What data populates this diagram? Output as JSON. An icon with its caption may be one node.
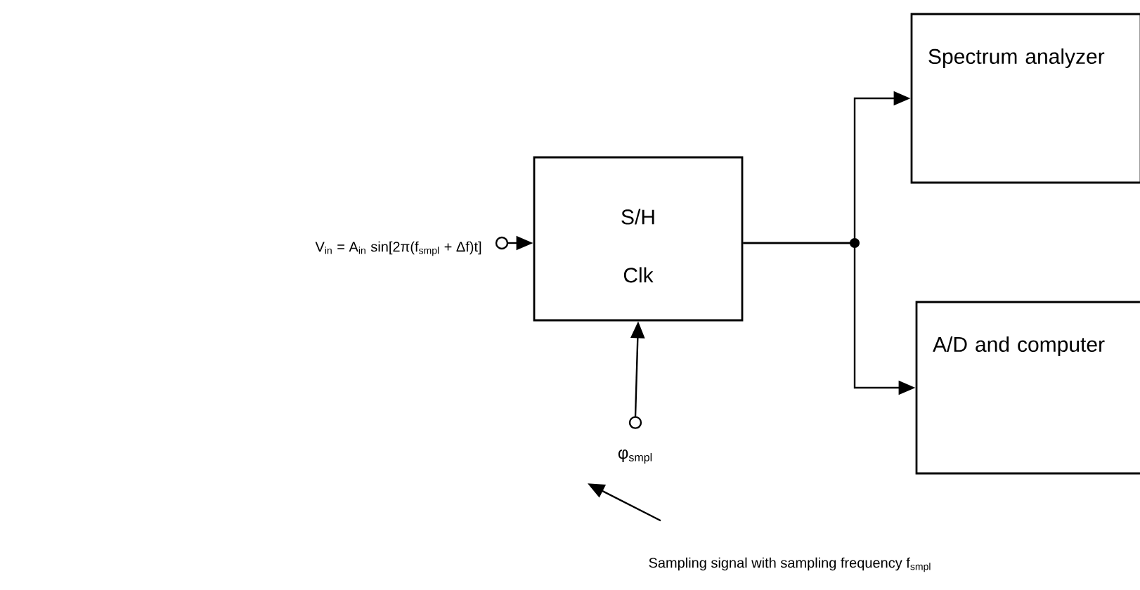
{
  "diagram": {
    "nodes": [
      {
        "text": [
          "V$_{in}$ = A$_{in}$ sin[2π(f$_{smpl}$ + Δf)t]"
        ]
      },
      {
        "text": [
          "S/H",
          "Clk"
        ]
      },
      {
        "text": [
          "Spectrum analyzer"
        ]
      },
      {
        "text": [
          "A/D and computer"
        ]
      },
      {
        "text": [
          "φ$_{smpl}$"
        ]
      },
      {
        "text": [
          "Sampling signal with sampling frequency f$_{smpl}$"
        ]
      }
    ],
    "edges": [
      {
        "from": 0,
        "to": 1,
        "arrow": "to"
      },
      {
        "from": 1,
        "to": 2,
        "arrow": "to"
      },
      {
        "from": 1,
        "to": 3,
        "arrow": "to"
      },
      {
        "from": 4,
        "to": 1,
        "arrow": "to"
      },
      {
        "from": 5,
        "to": 4,
        "arrow": "to"
      }
    ]
  }
}
